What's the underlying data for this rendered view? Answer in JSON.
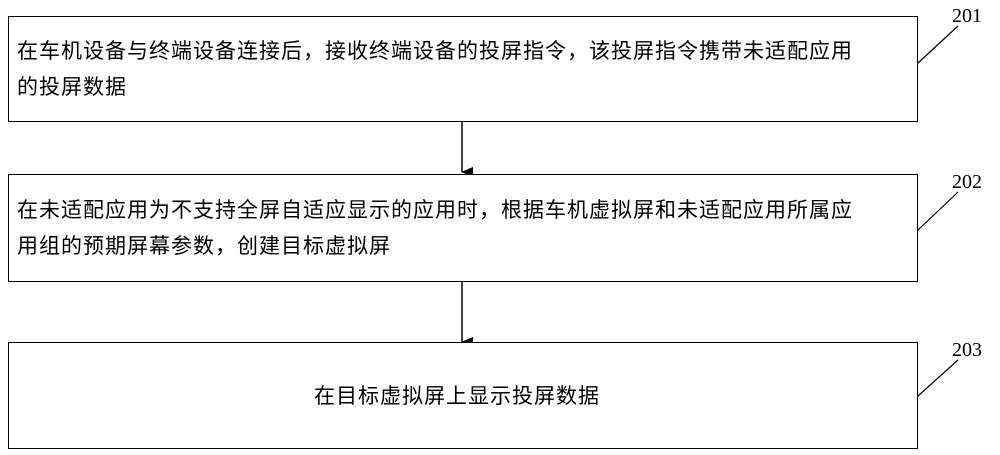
{
  "steps": [
    {
      "id": "201",
      "text": "在车机设备与终端设备连接后，接收终端设备的投屏指令，该投屏指令携带未适配应用的投屏数据"
    },
    {
      "id": "202",
      "text": "在未适配应用为不支持全屏自适应显示的应用时，根据车机虚拟屏和未适配应用所属应用组的预期屏幕参数，创建目标虚拟屏"
    },
    {
      "id": "203",
      "text": "在目标虚拟屏上显示投屏数据"
    }
  ],
  "colors": {
    "stroke": "#000000",
    "background": "#ffffff"
  }
}
